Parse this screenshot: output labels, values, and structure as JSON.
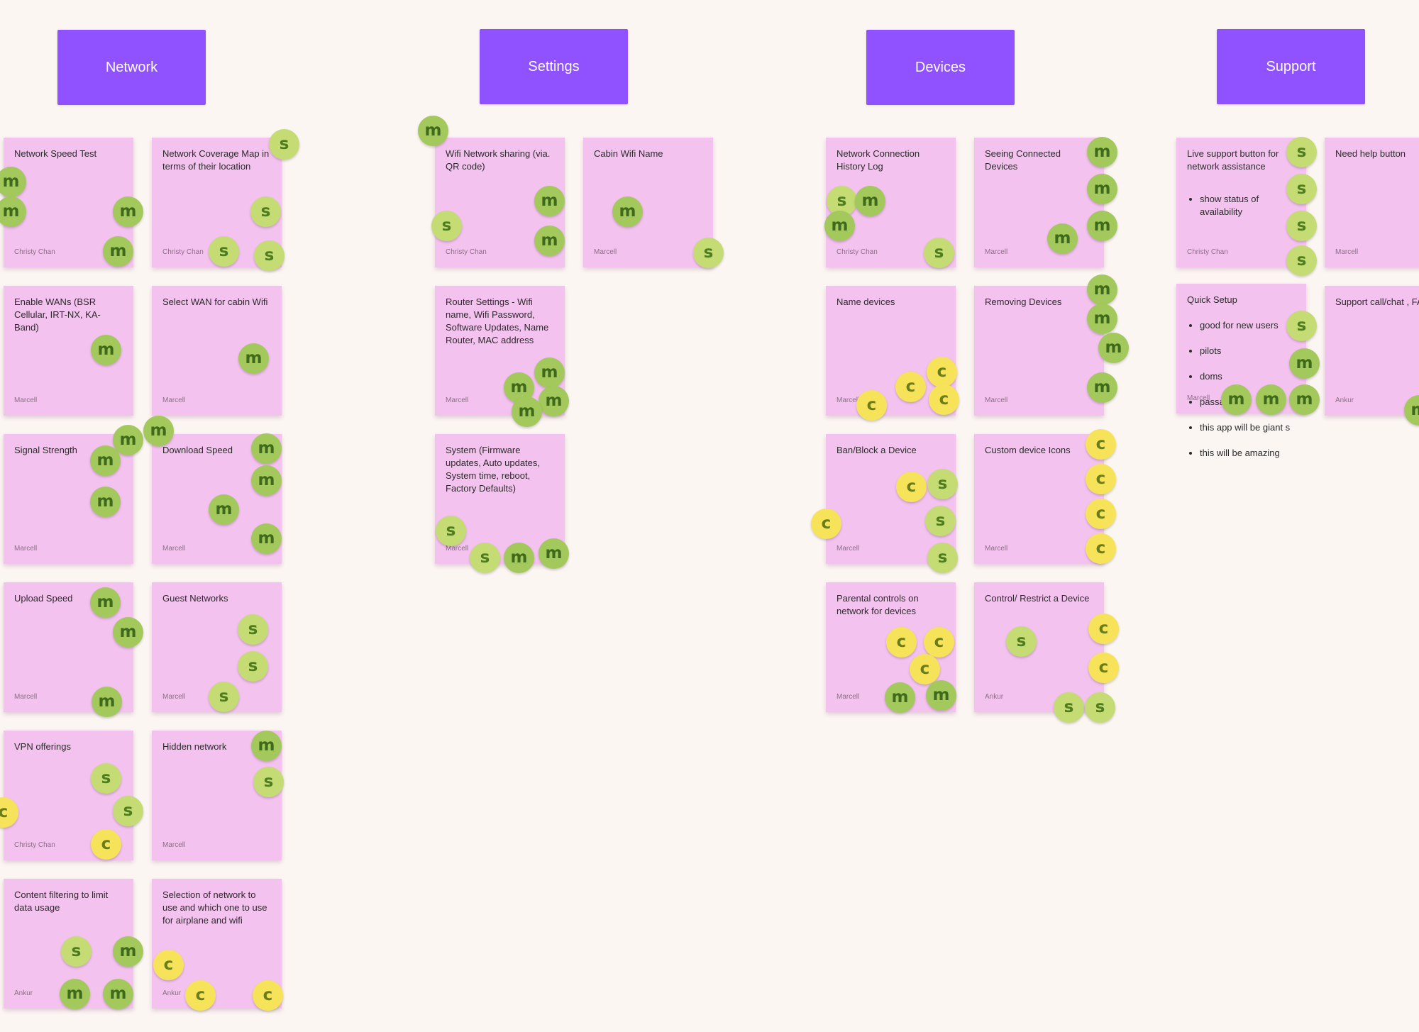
{
  "headers": [
    {
      "id": "network",
      "label": "Network"
    },
    {
      "id": "settings",
      "label": "Settings"
    },
    {
      "id": "devices",
      "label": "Devices"
    },
    {
      "id": "support",
      "label": "Support"
    }
  ],
  "stamp_glyphs": {
    "m": "m",
    "s": "s",
    "c": "c"
  },
  "colors": {
    "board_background": "#fcf6f3",
    "header": "#9051ff",
    "sticky": "#f4c2ef",
    "stamp_m": "#a3c95c",
    "stamp_s": "#c4dc73",
    "stamp_c": "#f7e35a"
  },
  "stickies": [
    {
      "id": "network-speed-test",
      "text": "Network Speed Test",
      "author": "Christy Chan"
    },
    {
      "id": "network-coverage-map",
      "text": "Network Coverage Map in terms of their location",
      "author": "Christy Chan"
    },
    {
      "id": "enable-wans",
      "text": "Enable WANs (BSR Cellular, IRT-NX, KA-Band)",
      "author": "Marcell"
    },
    {
      "id": "select-wan",
      "text": "Select WAN for cabin Wifi",
      "author": "Marcell"
    },
    {
      "id": "signal-strength",
      "text": "Signal Strength",
      "author": "Marcell"
    },
    {
      "id": "download-speed",
      "text": "Download Speed",
      "author": "Marcell"
    },
    {
      "id": "upload-speed",
      "text": "Upload Speed",
      "author": "Marcell"
    },
    {
      "id": "guest-networks",
      "text": "Guest Networks",
      "author": "Marcell"
    },
    {
      "id": "vpn-offerings",
      "text": "VPN offerings",
      "author": "Christy Chan"
    },
    {
      "id": "hidden-network",
      "text": "Hidden network",
      "author": "Marcell"
    },
    {
      "id": "content-filtering",
      "text": "Content filtering to limit data usage",
      "author": "Ankur"
    },
    {
      "id": "selection-of-network",
      "text": "Selection of network to use and which one to use for airplane and wifi",
      "author": "Ankur"
    },
    {
      "id": "wifi-network-sharing",
      "text": "Wifi Network sharing (via. QR code)",
      "author": "Christy Chan"
    },
    {
      "id": "cabin-wifi-name",
      "text": "Cabin Wifi Name",
      "author": "Marcell"
    },
    {
      "id": "router-settings",
      "text": "Router Settings - Wifi name, Wifi Password, Software Updates, Name Router, MAC address",
      "author": "Marcell"
    },
    {
      "id": "system",
      "text": "System (Firmware updates, Auto updates, System time, reboot, Factory Defaults)",
      "author": "Marcell"
    },
    {
      "id": "network-connection-history",
      "text": "Network Connection History Log",
      "author": "Christy Chan"
    },
    {
      "id": "seeing-connected-devices",
      "text": "Seeing Connected Devices",
      "author": "Marcell"
    },
    {
      "id": "name-devices",
      "text": "Name devices",
      "author": "Marcell"
    },
    {
      "id": "removing-devices",
      "text": "Removing Devices",
      "author": "Marcell"
    },
    {
      "id": "ban-block-device",
      "text": "Ban/Block a Device",
      "author": "Marcell"
    },
    {
      "id": "custom-device-icons",
      "text": "Custom device Icons",
      "author": "Marcell"
    },
    {
      "id": "parental-controls",
      "text": "Parental controls on network for devices",
      "author": "Marcell"
    },
    {
      "id": "control-restrict-device",
      "text": "Control/ Restrict a Device",
      "author": "Ankur"
    },
    {
      "id": "live-support-button",
      "text": "Live support button for network assistance",
      "bullets": [
        "show status of availability"
      ],
      "author": "Christy Chan"
    },
    {
      "id": "need-help-button",
      "text": "Need help button",
      "author": "Marcell"
    },
    {
      "id": "quick-setup",
      "text": "Quick Setup",
      "bullets": [
        "good for new users",
        "pilots",
        "doms",
        "passangers",
        "this app will be giant s",
        "this will be amazing"
      ],
      "author": "Marcell"
    },
    {
      "id": "support-call-chat",
      "text": "Support call/chat , FA",
      "author": "Ankur"
    }
  ]
}
